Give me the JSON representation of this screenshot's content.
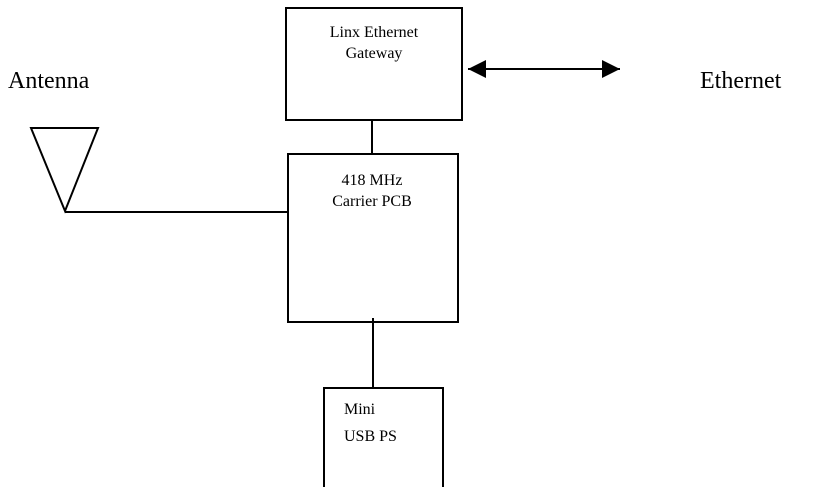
{
  "labels": {
    "antenna": "Antenna",
    "ethernet": "Ethernet"
  },
  "gateway": {
    "line1": "Linx Ethernet",
    "line2": "Gateway"
  },
  "carrier": {
    "line1": "418 MHz",
    "line2": "Carrier PCB"
  },
  "power": {
    "line1": "Mini",
    "line2": "USB PS"
  },
  "colors": {
    "stroke": "#000000",
    "background": "#ffffff"
  }
}
